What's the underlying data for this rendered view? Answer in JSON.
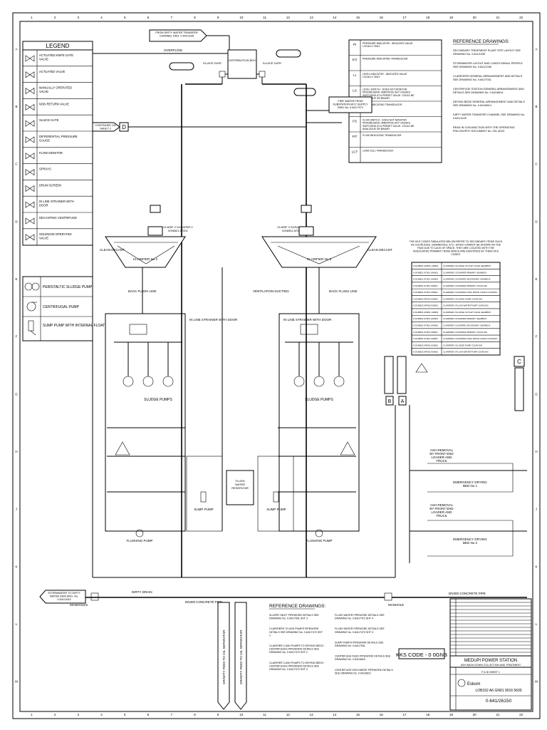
{
  "legend": {
    "title": "LEGEND",
    "items": [
      {
        "icon": "knife-gate-valve-icon",
        "label": "ACTUATED KNIFE GATE VALVE"
      },
      {
        "icon": "actuated-valve-icon",
        "label": "ACTUATED VALVE"
      },
      {
        "icon": "manual-valve-icon",
        "label": "MANUALLY OPERATED VALVE"
      },
      {
        "icon": "non-return-valve-icon",
        "label": "NON RETURN VALVE"
      },
      {
        "icon": "sluice-gate-icon",
        "label": "SLUICE GATE"
      },
      {
        "icon": "dp-gauge-icon",
        "label": "DIFFERENTIAL PRESSURE GAUGE"
      },
      {
        "icon": "flow-monitor-icon",
        "label": "FLOW MONITOR"
      },
      {
        "icon": "sprays-icon",
        "label": "SPRAYS"
      },
      {
        "icon": "drum-screen-icon",
        "label": "DRUM SCREEN"
      },
      {
        "icon": "strainer-icon",
        "label": "IN LINE STRAINER WITH DOOR"
      },
      {
        "icon": "centrifuge-icon",
        "label": "DECANTING CENTRIFUGE"
      },
      {
        "icon": "solenoid-valve-icon",
        "label": "SOLENOID OPERATED VALVE"
      }
    ]
  },
  "pump_legend": [
    {
      "icon": "peristaltic-pump-icon",
      "label": "PERISTALTIC SLUDGE PUMP"
    },
    {
      "icon": "centrifugal-pump-icon",
      "label": "CENTRIFUGAL PUMP"
    },
    {
      "icon": "sump-pump-icon",
      "label": "SUMP PUMP WITH INTERNAL FLOAT"
    }
  ],
  "abbreviations": [
    {
      "code": "PI",
      "text": "PRESSURE INDICATOR - INDICATES VALUE LOCALLY ONLY"
    },
    {
      "code": "PIT",
      "text": "PRESSURE INDICATING TRANSDUCER"
    },
    {
      "code": "LI",
      "text": "LEVEL INDICATOR - INDICATES VALUE LOCALLY ONLY"
    },
    {
      "code": "LS",
      "text": "LEVEL SWITCH - DOES NOT MONITOR PROGRESSIVE VARIATION, BUT CAUSES SWITCHING AT A PRESET VALUE. COULD BE ANALOGUE OR BINARY"
    },
    {
      "code": "LIT",
      "text": "LEVEL INDICATING TRANSDUCER"
    },
    {
      "code": "FS",
      "text": "FLOW SWITCH - DOES NOT MONITOR PROGRESSIVE VARIATION, BUT CAUSES SWITCHING AT A PRESET VALUE. COULD BE ANALOGUE OR BINARY"
    },
    {
      "code": "FIT",
      "text": "FLOW INDICATING TRANSDUCER"
    },
    {
      "code": "LCT",
      "text": "LOAD CELL TRANSDUCER"
    }
  ],
  "reference_top": {
    "title": "REFERENCE DRAWINGS:",
    "items": [
      "SECONDARY TREATMENT PLANT SITE LAYOUT SEE DRAWING No. 0.641/1035",
      "STORMWATER LAYOUT AND LONGITUDINAL PROFILE SEE DRAWING No. 0.641/1036",
      "CLARIFIERS GENERAL ARRANGEMENT AND DETAILS SEE DRAWING No. 0.641/7031",
      "CENTRIFUGE STATION GENERAL ARRANGEMENT AND DETAILS SEE DRAWING No. 0.641/6614",
      "DRYING BEDS GENERAL ARRANGEMENT AND DETAILS SEE DRAWING No. 0.641/6614",
      "DIRTY WATER TRANSFER CHANNEL SEE DRAWING No. 0.641/1105",
      "READ IN CONJUNCTION WITH THE OPERATING PHILOSOPHY DOCUMENT No. 251-4D23"
    ]
  },
  "kks_note": "THE KKS CODES TABULATED BELOW REFER TO SECONDARY ITEMS SUCH AS COUPLINGS, GEARBOXES, ETC. WHICH CANNOT BE SHOWN ON THE P&ID DUE TO LACK OF SPACE. THEY ARE LOCATED WITH THE ASSOCIATED PRIMARY ITEMS WHICH ARE IDENTIFIED BY THEIR KKS CODES.",
  "kks_table": [
    [
      "0 0GNB21 AN001 GM001",
      "CLARIFIER 2 SLUDGE OUTLET VALVE GEARBOX"
    ],
    [
      "0 0GNB21 AT001 GM001",
      "CLARIFIER 2 SCRAPER PRIMARY GEARBOX"
    ],
    [
      "0 0GNB21 AT001 GM002",
      "CLARIFIER 2 SCRAPER SECONDARY GEARBOX"
    ],
    [
      "0 0GNB21 AT001 KM001",
      "CLARIFIER 2 SCRAPER PRIMARY COUPLING"
    ],
    [
      "0 0GNB21 AT001 KM002",
      "CLARIFIER 2 SCRAPER FINAL DRIVE CHAIN COUPLING"
    ],
    [
      "0 0GNB22 AP001 KM001",
      "CLARIFIER 2 SLUDGE PUMP COUPLING"
    ],
    [
      "0 0GNB22 AP002 KM001",
      "CLARIFIER 2 FLUSH WATER PUMP COUPLING"
    ],
    [
      "0 0GNB31 AN001 GM001",
      "CLARIFIER 3 SLUDGE OUTLET VALVE GEARBOX"
    ],
    [
      "0 0GNB31 AT001 GM001",
      "CLARIFIER 3 SCRAPER PRIMARY GEARBOX"
    ],
    [
      "0 0GNB31 AT001 GM002",
      "CLARIFIER 3 SCRAPER SECONDARY GEARBOX"
    ],
    [
      "0 0GNB31 AT001 KM001",
      "CLARIFIER 3 SCRAPER PRIMARY COUPLING"
    ],
    [
      "0 0GNB31 AT001 KM002",
      "CLARIFIER 3 SCRAPER FINAL DRIVE CHAIN COUPLING"
    ],
    [
      "0 0GNB32 AP001 KM001",
      "CLARIFIER 3 SLUDGE PUMP COUPLING"
    ],
    [
      "0 0GNB32 AP002 KM001",
      "CLARIFIER 3 FLUSH WATER PUMP COUPLING"
    ]
  ],
  "labels": {
    "from_dirty_water": "FROM DIRTY WATER TRANSFER CHANNEL DRG. 0.641/1105",
    "overflow": "OVERFLOW",
    "sluice_gate": "SLUICE GATE",
    "distribution_box": "DISTRIBUTION BOX",
    "continued": "CONTINUED ON SHEET 2",
    "d": "D",
    "fire_water": "FIRE WATER FROM SUBSTATION MCC SUPPLY DWG No. 0.641/7071",
    "clarifier_left": "CLARIFIER No 2",
    "clarifier_right": "CLARIFIER No 3",
    "scraper_left": "CLARIF 2 SCRAPER 0 0GNB21 AT001",
    "scraper_right": "CLARIF 3 SCRAPER 0 0GNB31 AT001",
    "clean_decant_l": "CLEAN DECANT",
    "clean_decant_r": "CLEAN DECANT",
    "backflush": "BACK FLUSH LINE",
    "ventilation": "VENTILATION DUCTING",
    "strainer_l": "IN LINE STRAINER WITH DOOR",
    "strainer_r": "IN LINE STRAINER WITH DOOR",
    "sludge_pumps_l": "SLUDGE PUMPS",
    "sludge_pumps_r": "SLUDGE PUMPS",
    "flush_reservoir": "FLUSH WATER RESERVOIR",
    "flushing_pump_l": "FLUSHING PUMP",
    "flushing_pump_r": "FLUSHING PUMP",
    "sump_pump_l": "SUMP PUMP",
    "sump_pump_r": "SUMP PUMP",
    "ash_removal_1": "ASH REMOVAL BY FRONT END LOADER AND TRUCK",
    "ash_removal_2": "ASH REMOVAL BY FRONT END LOADER AND TRUCK",
    "drying_bed_1": "EMERGENCY DRYING BED No 1",
    "drying_bed_2": "EMERGENCY DRYING BED No 2",
    "stormwater": "STORMWATER TO DIRTY WATER DAM DRG. No. 0.641/1043",
    "manholes": "MANHOLES",
    "manhole": "MANHOLE",
    "dirty_drain": "DIRTY DRAIN",
    "pipe_left": "DN300 CONCRETE PIPE",
    "pipe_right": "DN300 CONCRETE PIPE",
    "gravity_1": "GRAVITY FEED TO OIL SEPARATOR",
    "gravity_2": "GRAVITY FEED TO OIL SEPARATOR",
    "a": "A",
    "b": "B",
    "c": "C",
    "kks_code": "KKS CODE - 0 0GNB"
  },
  "reference_bottom": {
    "title": "REFERENCE DRAWINGS:",
    "col1": [
      "SLURRY INLET PIPEWORK DETAILS SEE DRAWING No. 0.641/7051 SHT 3",
      "CLARIFIERS TO ASH PUMPS PIPEWORK DETAILS SEE DRAWING No. 0.641/7473 SHT 1",
      "CLARIFIER 2 ASH PUMPS TO DRYING BEDS / CENTRIFUGES PIPEWORK DETAILS SEE DRAWING No. 0.641/7473 SHT 2",
      "CLARIFIER 3 ASH PUMPS TO DRYING BEDS / CENTRIFUGES PIPEWORK DETAILS SEE DRAWING No. 0.641/7473 SHT 3"
    ],
    "col2": [
      "FLUSH WATER PIPEWORK DETAILS SEE DRAWING No. 0.641/7473 SHT 4",
      "FLUSH WATER PIPEWORK DETAILS SEE DRAWING No. 0.641/7473 SHT 5",
      "SUMP PUMPS PIPEWORK DETAILS SEE DRAWING No. 0.641/7541",
      "CENTRIFUGE FEED PIPEWORK DETAILS SEE DRAWING No. 0.641/6620",
      "CENTRIFUGE DISCHARGE PIPEWORK DETAILS SEE DRAWING No. 0.641/6621"
    ]
  },
  "title_block": {
    "station": "MEDUPI POWER STATION",
    "title": "ASH WASH-DOWN COLLECTION AND TREATMENT",
    "subtitle": "P & ID SHEET 1",
    "drawing_code": "LOB152 A6 GN01 0016 5600",
    "number": "0.641/26150",
    "company": "Eskom"
  },
  "grid_top": [
    "1",
    "2",
    "3",
    "4",
    "5",
    "6",
    "7",
    "8",
    "9",
    "10",
    "11",
    "12",
    "13",
    "14",
    "15",
    "16",
    "17",
    "18",
    "19",
    "20",
    "21",
    "22"
  ],
  "grid_side": [
    "A",
    "B",
    "C",
    "D",
    "E",
    "F",
    "G",
    "H",
    "J",
    "K",
    "L",
    "M"
  ]
}
